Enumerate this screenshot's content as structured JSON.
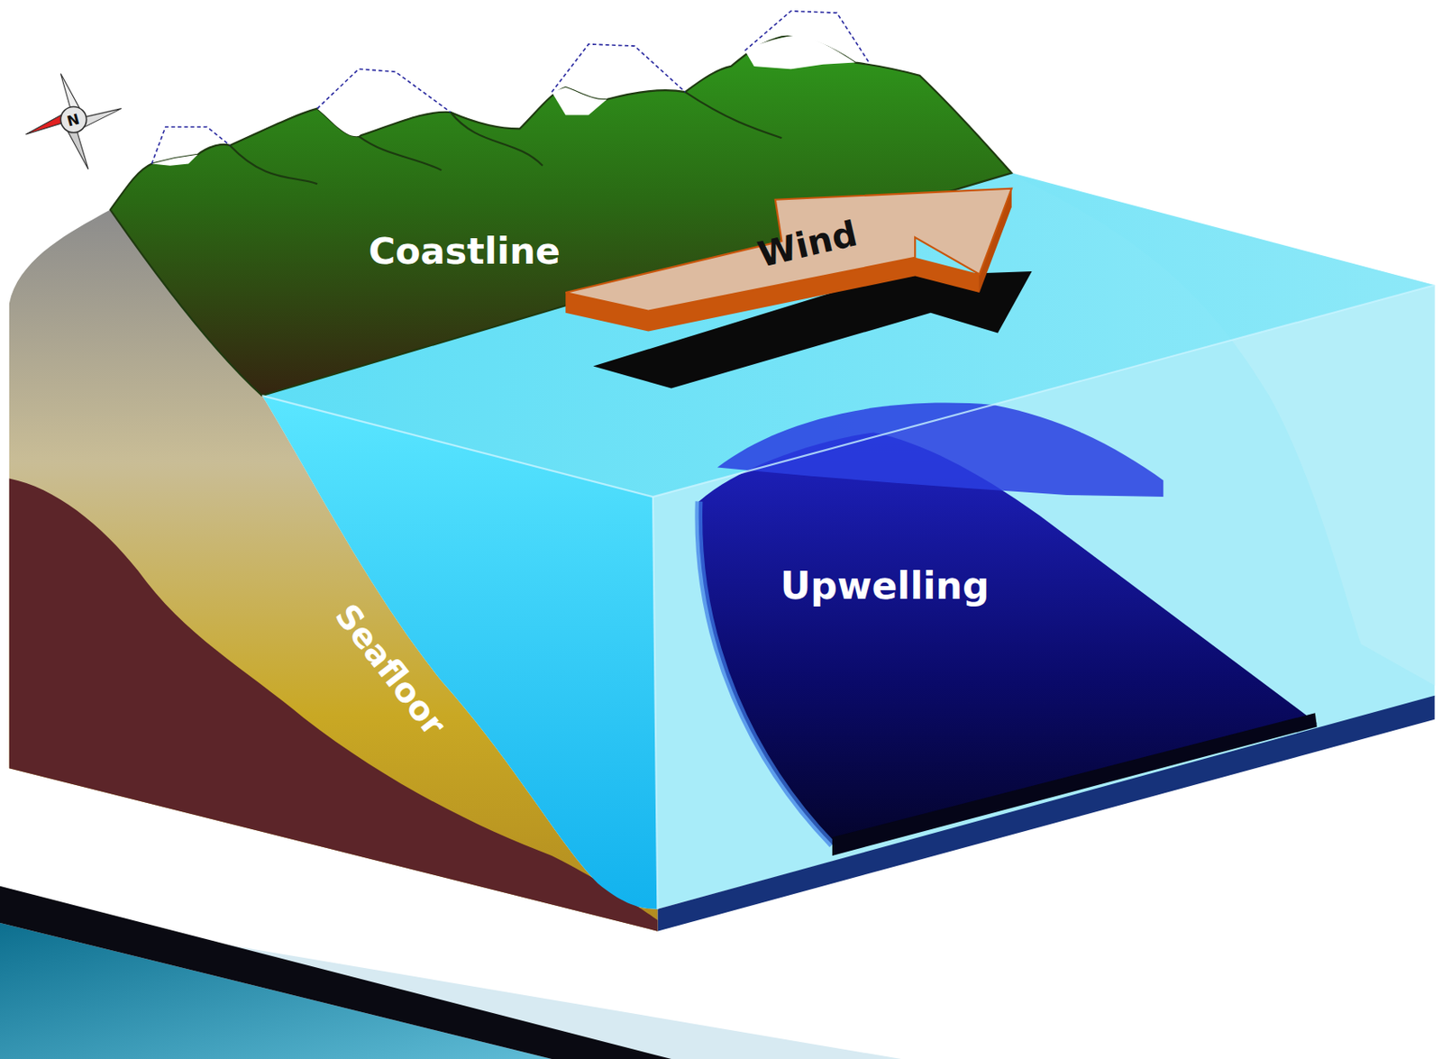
{
  "diagram": {
    "labels": [
      "N",
      "Coastline",
      "Wind",
      "Upwelling",
      "Seafloor"
    ]
  }
}
